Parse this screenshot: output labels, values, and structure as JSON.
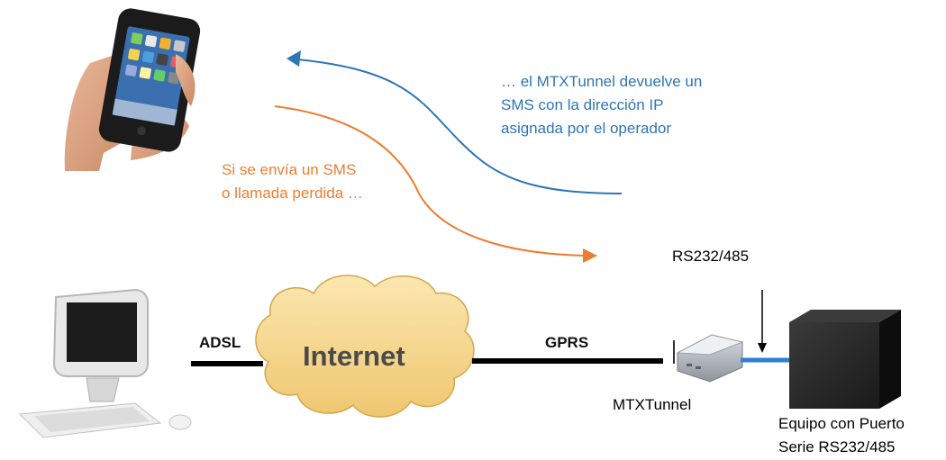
{
  "callouts": {
    "reply_lines": [
      "… el MTXTunnel devuelve un",
      "SMS con la dirección IP",
      "asignada por el operador"
    ],
    "send_lines": [
      "Si se envía un SMS",
      "o llamada perdida …"
    ]
  },
  "links": {
    "adsl": "ADSL",
    "gprs": "GPRS"
  },
  "cloud_label": "Internet",
  "device_labels": {
    "modem": "MTXTunnel",
    "serial_port": "RS232/485",
    "equipment_lines": [
      "Equipo con Puerto",
      "Serie RS232/485"
    ]
  },
  "colors": {
    "reply_arrow": "#2e75b6",
    "send_arrow": "#ed7d31",
    "serial_cable": "#2f7fd6",
    "cloud": "#f6d58a"
  }
}
